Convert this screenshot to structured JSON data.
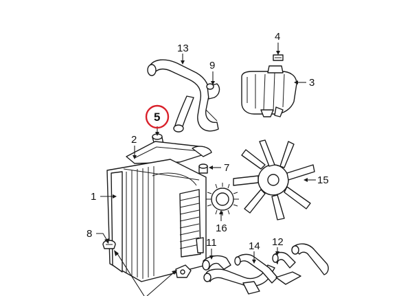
{
  "callouts": [
    {
      "id": "1",
      "label": "1"
    },
    {
      "id": "2",
      "label": "2"
    },
    {
      "id": "3",
      "label": "3"
    },
    {
      "id": "4",
      "label": "4"
    },
    {
      "id": "5",
      "label": "5",
      "highlighted": true
    },
    {
      "id": "7",
      "label": "7"
    },
    {
      "id": "8",
      "label": "8"
    },
    {
      "id": "9",
      "label": "9"
    },
    {
      "id": "11",
      "label": "11"
    },
    {
      "id": "12",
      "label": "12"
    },
    {
      "id": "13",
      "label": "13"
    },
    {
      "id": "14",
      "label": "14"
    },
    {
      "id": "15",
      "label": "15"
    },
    {
      "id": "16",
      "label": "16"
    }
  ],
  "colors": {
    "highlight_ring": "#d9202a",
    "line": "#1a1a1a",
    "background": "#ffffff"
  }
}
